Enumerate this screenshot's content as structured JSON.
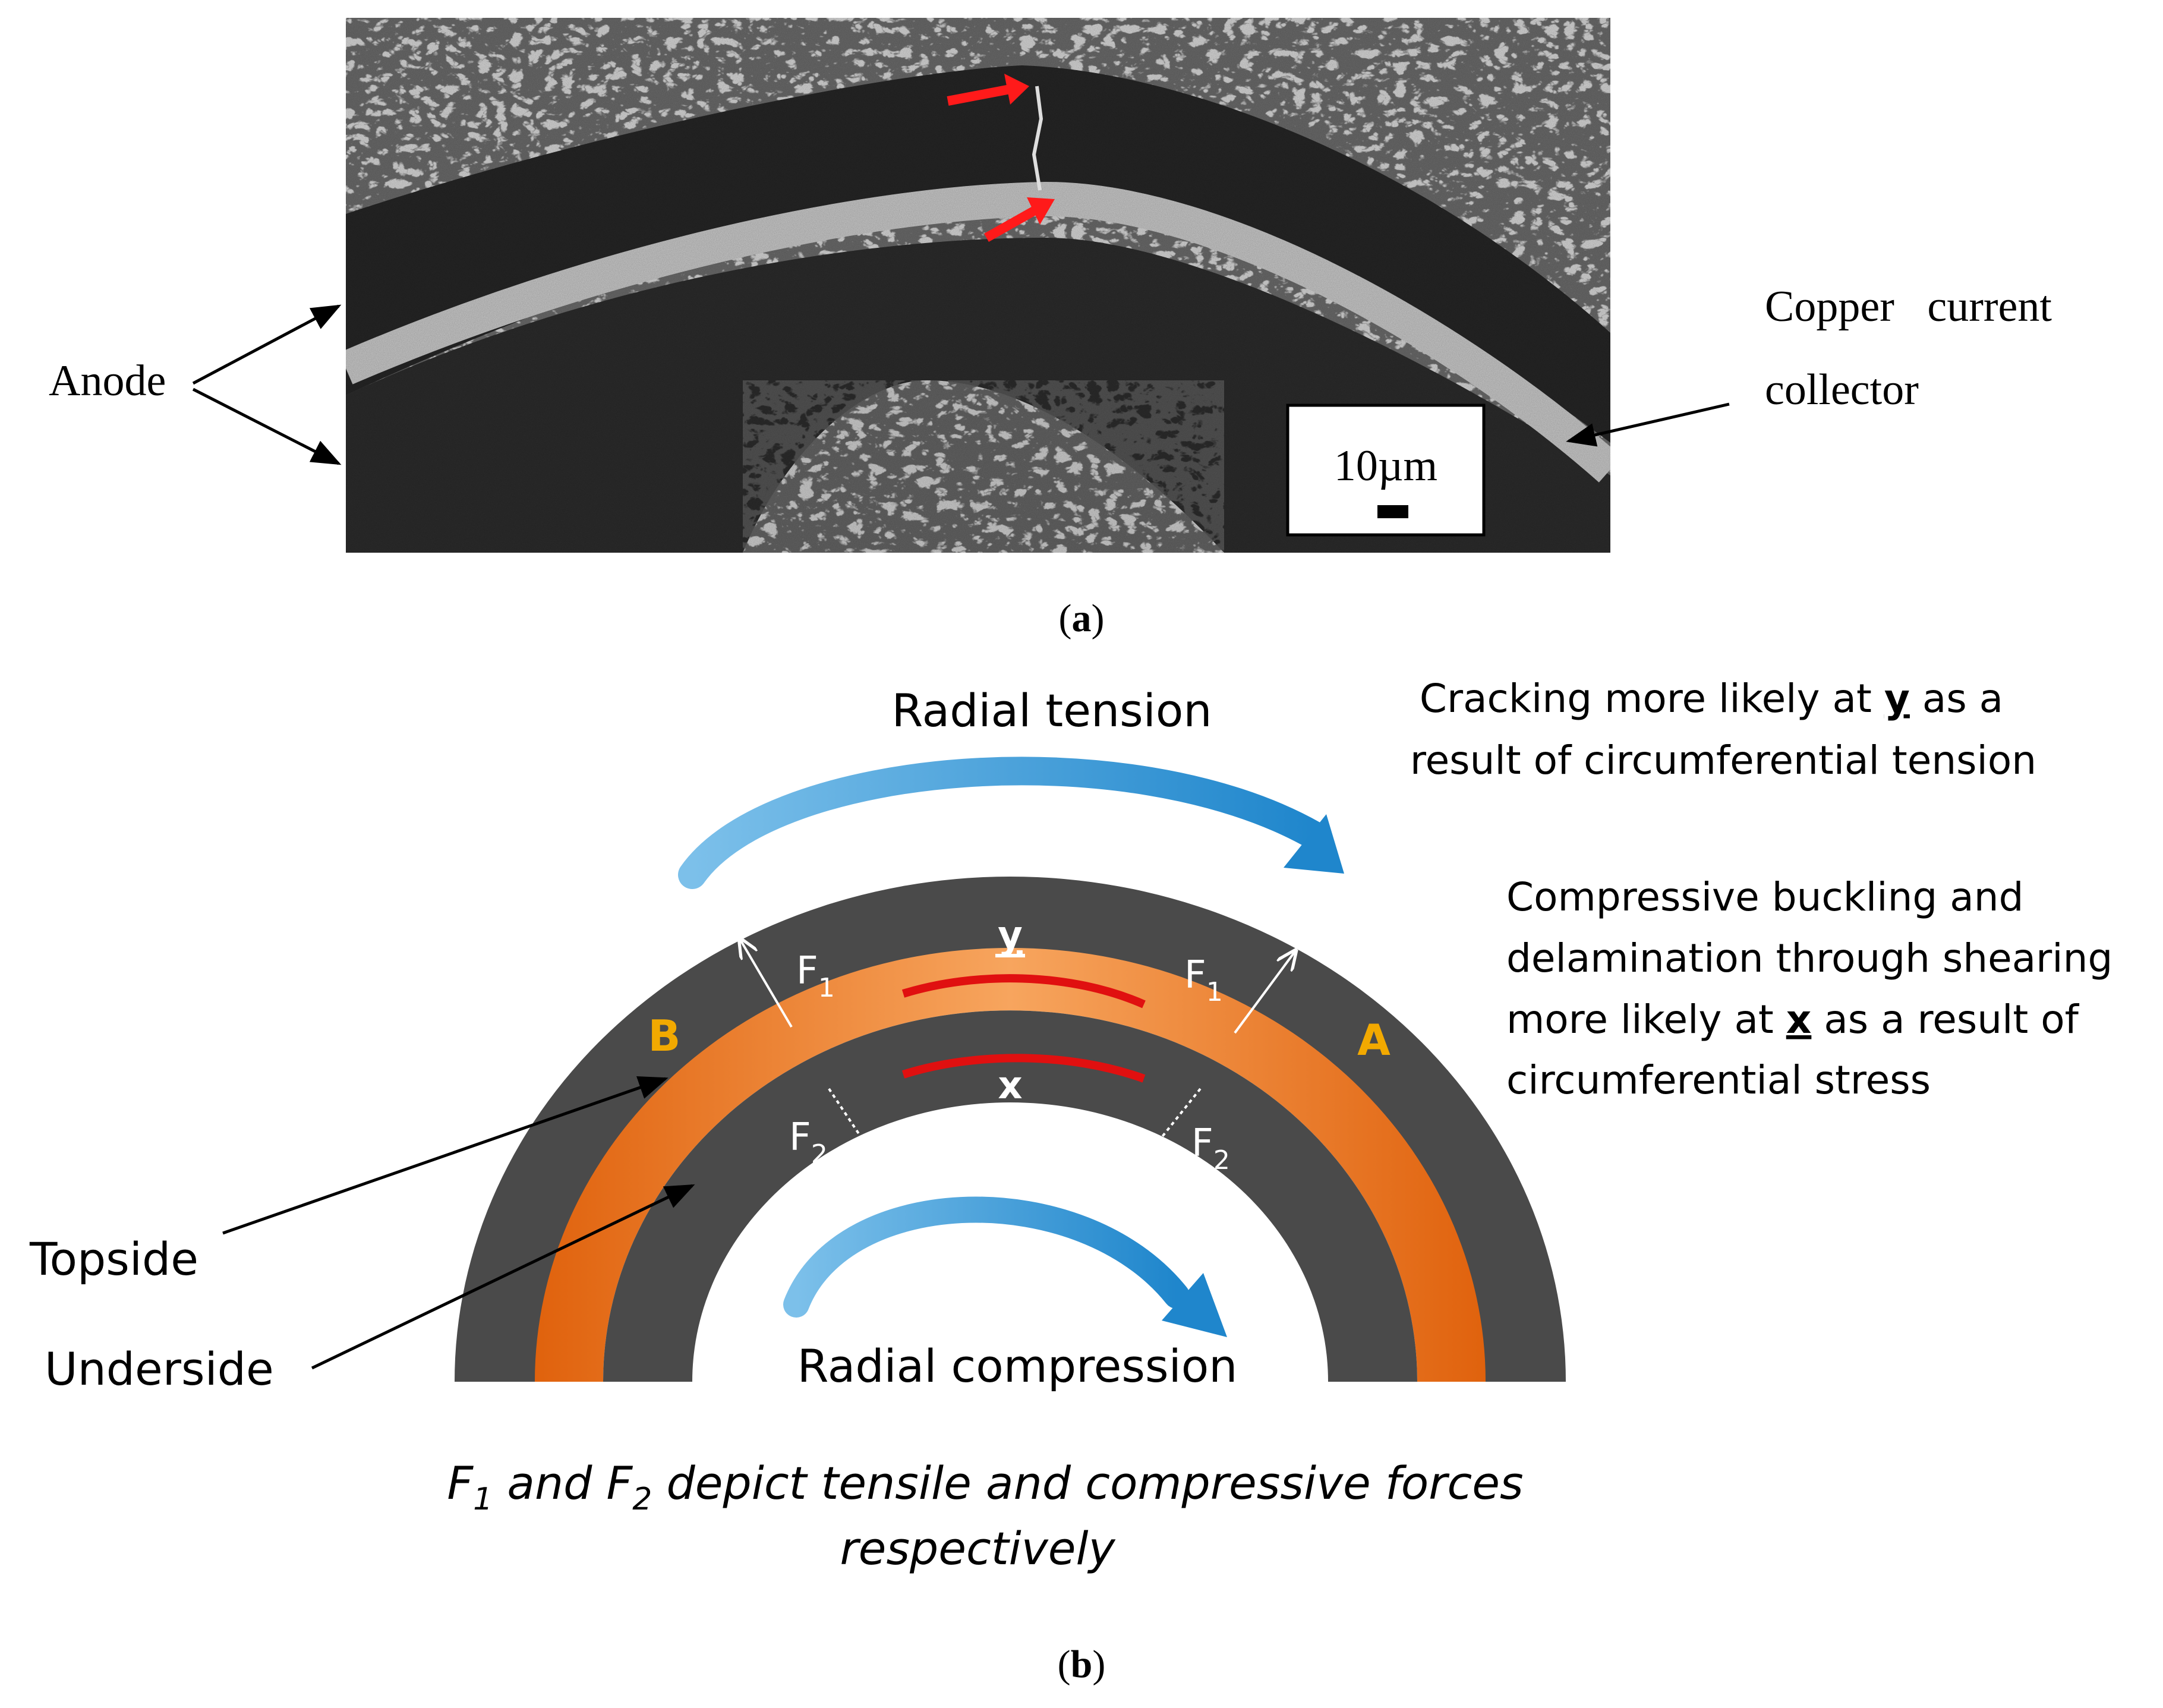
{
  "panel_a": {
    "caption_letter": "a",
    "anode_label": "Anode",
    "collector_label_line1": "Copper   current",
    "collector_label_line2": "collector",
    "scale_bar_label": "10µm",
    "crack_arrow_color": "#ff1a1a"
  },
  "panel_b": {
    "caption_letter": "b",
    "radial_tension": "Radial tension",
    "radial_compression": "Radial compression",
    "cracking_note_line1_pre": "Cracking more likely at ",
    "cracking_note_line1_mark": "y",
    "cracking_note_line1_post": " as a",
    "cracking_note_line2": "result of circumferential tension",
    "buckling_note_line1": "Compressive buckling and",
    "buckling_note_line2": "delamination through shearing",
    "buckling_note_line3_pre": "more likely at ",
    "buckling_note_line3_mark": "x",
    "buckling_note_line3_post": " as a result of",
    "buckling_note_line4": "circumferential stress",
    "label_b": "B",
    "label_a": "A",
    "label_y": "y",
    "label_x": "x",
    "force_f": "F",
    "force_sub_1": "1",
    "force_sub_2": "2",
    "topside": "Topside",
    "underside": "Underside",
    "footnote_f": "F",
    "footnote_sub1": "1",
    "footnote_and": " and F",
    "footnote_sub2": "2",
    "footnote_rest": " depict tensile and compressive forces",
    "footnote_line2": "respectively",
    "colors": {
      "anode_gray": "#4a4a4a",
      "copper_orange": "#f07a1e",
      "arrow_blue": "#2e8fcf",
      "label_amber": "#f2a900",
      "crack_red": "#e01010"
    }
  }
}
